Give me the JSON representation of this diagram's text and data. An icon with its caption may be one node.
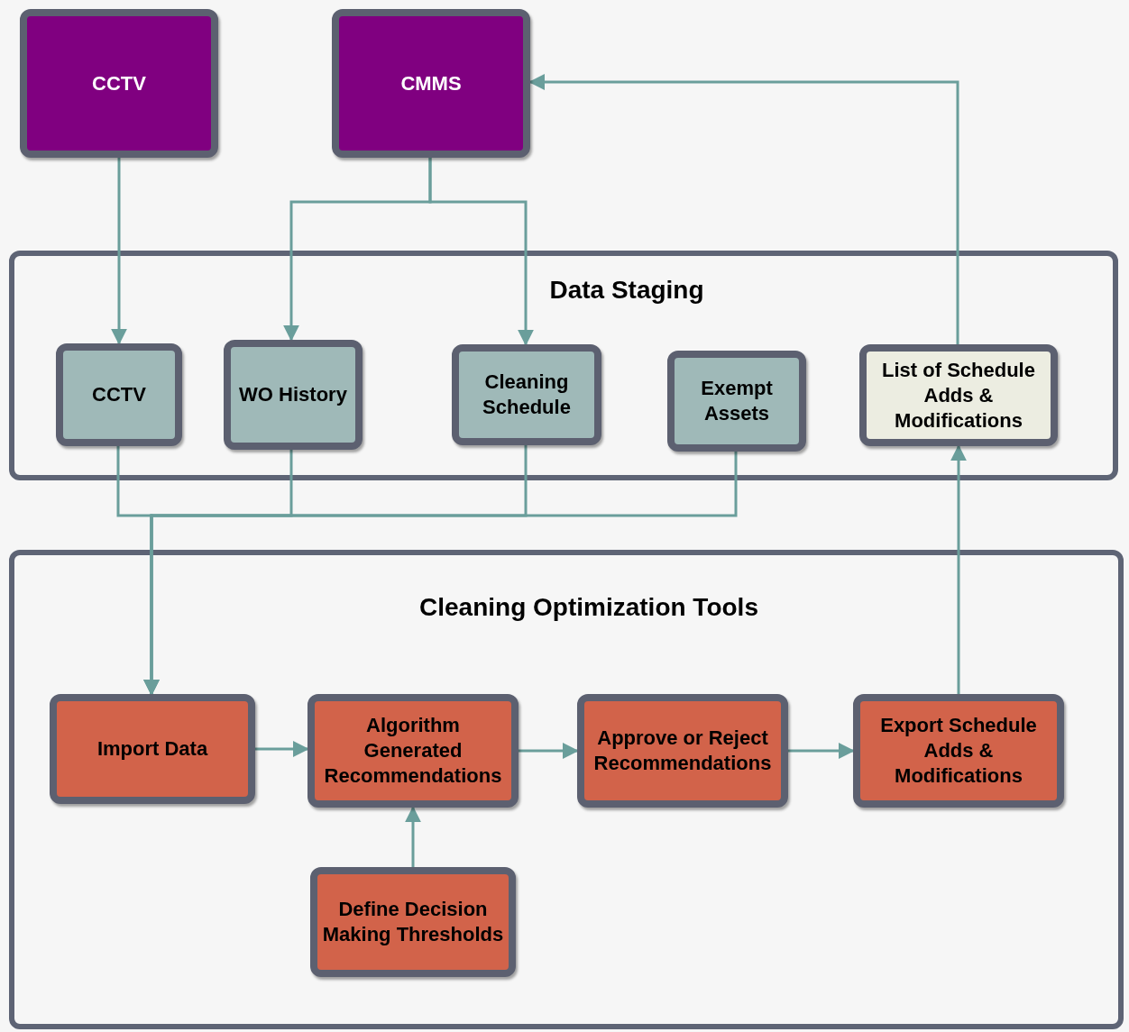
{
  "diagram": {
    "nodes": [
      {
        "text": [
          "CCTV"
        ]
      },
      {
        "text": [
          "CMMS"
        ]
      },
      {
        "text": [
          "Data Staging"
        ]
      },
      {
        "text": [
          "CCTV"
        ],
        "in": 2
      },
      {
        "text": [
          "WO History"
        ],
        "in": 2
      },
      {
        "text": [
          "Cleaning Schedule"
        ],
        "in": 2
      },
      {
        "text": [
          "Exempt Assets"
        ],
        "in": 2
      },
      {
        "text": [
          "List of Schedule Adds & Modifications"
        ],
        "in": 2
      },
      {
        "text": [
          "Cleaning Optimization Tools"
        ]
      },
      {
        "text": [
          "Import Data"
        ],
        "in": 8
      },
      {
        "text": [
          "Algorithm Generated Recommendations"
        ],
        "in": 8
      },
      {
        "text": [
          "Approve or Reject Recommendations"
        ],
        "in": 8
      },
      {
        "text": [
          "Export Schedule Adds & Modifications"
        ],
        "in": 8
      },
      {
        "text": [
          "Define Decision Making Thresholds"
        ],
        "in": 8
      }
    ],
    "edges": [
      {
        "from": 0,
        "to": 3,
        "arrow": "to"
      },
      {
        "from": 1,
        "to": 4,
        "arrow": "to"
      },
      {
        "from": 1,
        "to": 5,
        "arrow": "to"
      },
      {
        "from": 7,
        "to": 1,
        "arrow": "to"
      },
      {
        "from": 3,
        "to": 9,
        "arrow": "to"
      },
      {
        "from": 4,
        "to": 9,
        "arrow": "to"
      },
      {
        "from": 5,
        "to": 9,
        "arrow": "to"
      },
      {
        "from": 6,
        "to": 9,
        "arrow": "to"
      },
      {
        "from": 9,
        "to": 10,
        "arrow": "to"
      },
      {
        "from": 10,
        "to": 11,
        "arrow": "to"
      },
      {
        "from": 11,
        "to": 12,
        "arrow": "to"
      },
      {
        "from": 12,
        "to": 7,
        "arrow": "to"
      },
      {
        "from": 13,
        "to": 10,
        "arrow": "to"
      }
    ]
  }
}
